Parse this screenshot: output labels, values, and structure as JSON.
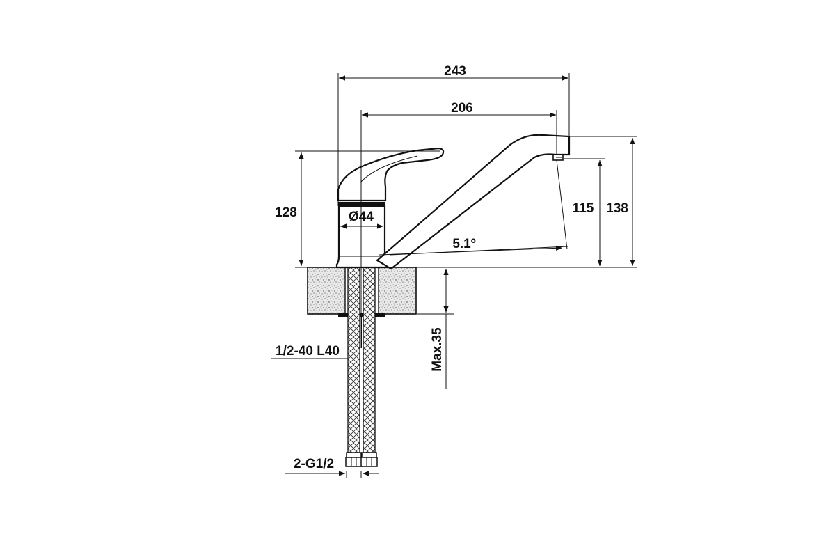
{
  "dimensions": {
    "overall_length": "243",
    "spout_reach": "206",
    "height_lever": "128",
    "spout_height": "115",
    "total_height": "138",
    "body_diameter": "Ø44",
    "swivel_angle": "5.1º",
    "max_deck_thickness": "Max.35",
    "hose_spec": "1/2-40 L40",
    "connection": "2-G1/2"
  },
  "colors": {
    "line": "#111111",
    "background": "#ffffff"
  }
}
